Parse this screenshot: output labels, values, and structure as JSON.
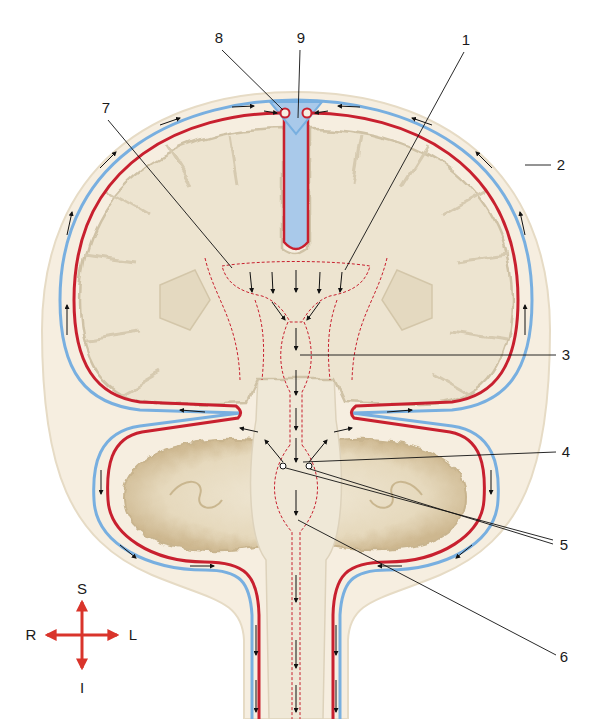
{
  "diagram": {
    "labels": [
      "8",
      "9",
      "1",
      "7",
      "2",
      "3",
      "4",
      "5",
      "6",
      "S",
      "R",
      "L",
      "I"
    ]
  }
}
